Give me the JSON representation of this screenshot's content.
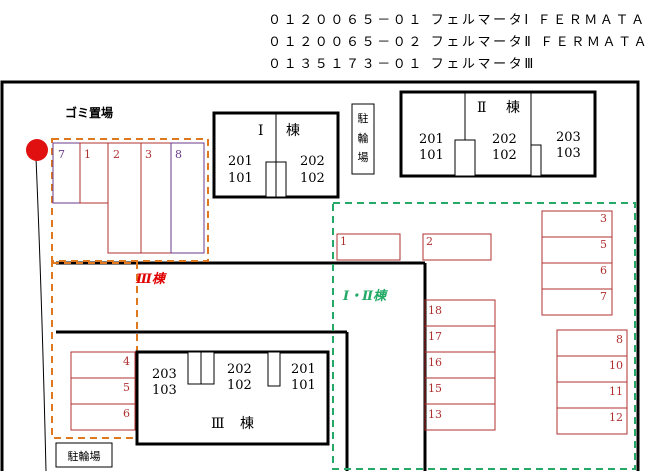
{
  "header": {
    "lines": [
      "０１２００６５－０１ フェルマータⅠ ＦＥＲＭＡＴＡ",
      "０１２００６５－０２ フェルマータⅡ ＦＥＲＭＡＴＡ",
      "０１３５１７３－０１ フェルマータⅢ"
    ]
  },
  "labels": {
    "garbage": "ゴミ置場",
    "bldg3_group": "Ⅲ棟",
    "bldg12_group": "Ⅰ・Ⅱ棟",
    "bike_right": "駐輪場",
    "bike_bottom": "駐輪場"
  },
  "buildings": {
    "b1": {
      "roman": "Ⅰ",
      "mune": "棟",
      "units": [
        "201",
        "101",
        "202",
        "102"
      ]
    },
    "b2": {
      "roman": "Ⅱ",
      "mune": "棟",
      "units": [
        "201",
        "101",
        "202",
        "102",
        "203",
        "103"
      ]
    },
    "b3": {
      "roman": "Ⅲ",
      "mune": "棟",
      "units": [
        "203",
        "103",
        "202",
        "102",
        "201",
        "101"
      ]
    }
  },
  "parking": {
    "top_left": [
      "7",
      "1",
      "2",
      "3",
      "8"
    ],
    "green_top": [
      "1",
      "2"
    ],
    "right_top": [
      "3",
      "5",
      "6",
      "7"
    ],
    "right_bottom": [
      "8",
      "10",
      "11",
      "12"
    ],
    "middle_col": [
      "18",
      "17",
      "16",
      "15",
      "13"
    ],
    "bottom_left": [
      "4",
      "5",
      "6"
    ]
  },
  "colors": {
    "orange": "#e07820",
    "green": "#22aa66",
    "red_label": "#e00000",
    "red_stall": "#b03030",
    "purple_stall": "#6a3a8a",
    "garbage_dot": "#e01010"
  }
}
